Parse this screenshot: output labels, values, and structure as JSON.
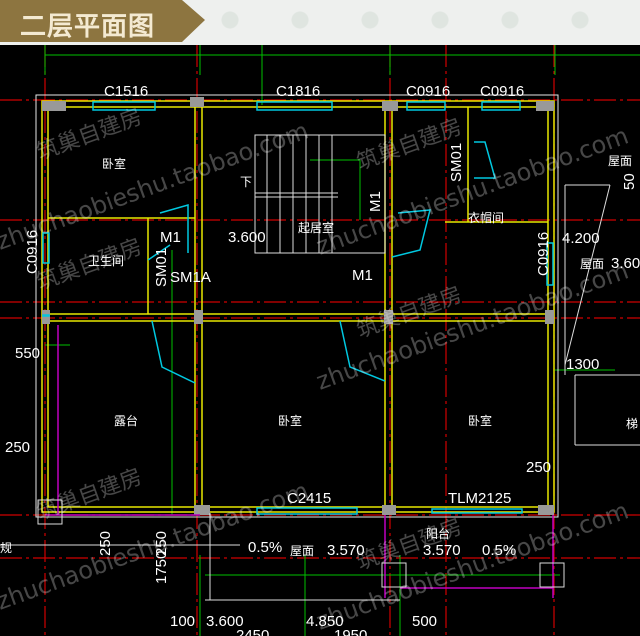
{
  "header": {
    "title": "二层平面图"
  },
  "plan": {
    "windows": [
      "C1516",
      "C1816",
      "C0916",
      "C0916",
      "C0916",
      "C0916",
      "C2415",
      "TLM2125"
    ],
    "doors": [
      "M1",
      "M1",
      "M1",
      "SM01",
      "SM01",
      "SM1A"
    ],
    "rooms": {
      "bedroom_nw": "卧室",
      "stair_down": "下",
      "living": "起居室",
      "closet": "衣帽间",
      "bath": "卫生间",
      "terrace": "露台",
      "bedroom_s1": "卧室",
      "bedroom_s2": "卧室",
      "balcony": "阳台",
      "roof1": "屋面",
      "roof2": "屋面",
      "roof3": "屋面",
      "stair_r": "梯",
      "cut_left": "规"
    },
    "levels": [
      "3.600",
      "4.200",
      "3.60",
      "3.570",
      "3.570",
      "3.600",
      "4.850"
    ],
    "slopes": [
      "0.5%",
      "0.5%"
    ],
    "dims": [
      "550",
      "1300",
      "250",
      "250",
      "250",
      "250",
      "1750",
      "100",
      "500",
      "2450",
      "1950",
      "50"
    ]
  },
  "watermark": {
    "cn": "筑巢自建房",
    "url": "zhuchaobieshu.taobao.com"
  },
  "colors": {
    "wall": "#e8e800",
    "axis": "#e00000",
    "dim": "#00d000",
    "window": "#00c8e0",
    "rail": "#c000c0",
    "banner": "#8d7540"
  }
}
